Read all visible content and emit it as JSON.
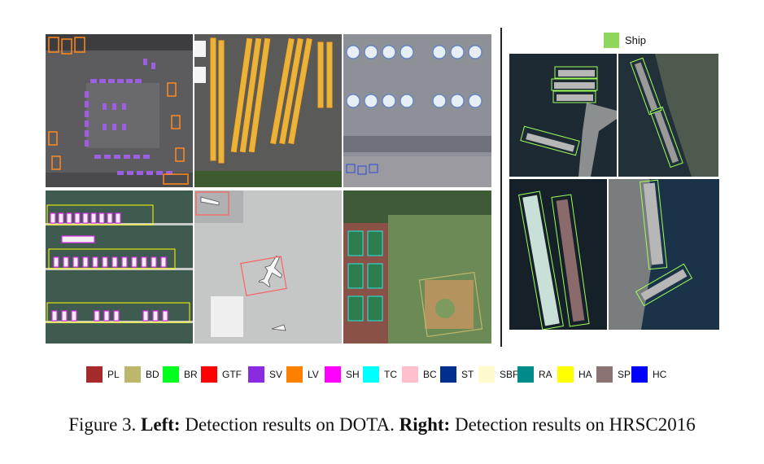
{
  "figure": {
    "dota_tiles": [
      {
        "scene": "parking-lot",
        "classes": [
          "SV",
          "LV"
        ]
      },
      {
        "scene": "bus-depot",
        "classes": [
          "LV"
        ]
      },
      {
        "scene": "storage-tanks",
        "classes": [
          "ST"
        ]
      },
      {
        "scene": "harbor-marina",
        "classes": [
          "SH",
          "HA"
        ]
      },
      {
        "scene": "airport-apron",
        "classes": [
          "PL"
        ]
      },
      {
        "scene": "sports-fields",
        "classes": [
          "TC",
          "BD",
          "GTF"
        ]
      }
    ],
    "hrsc_tiles": [
      {
        "scene": "dock-ships",
        "classes": [
          "Ship"
        ]
      },
      {
        "scene": "coast-ships",
        "classes": [
          "Ship"
        ]
      },
      {
        "scene": "tanker-ships",
        "classes": [
          "Ship"
        ]
      },
      {
        "scene": "pier-ships",
        "classes": [
          "Ship"
        ]
      }
    ]
  },
  "ship_legend": {
    "label": "Ship",
    "color": "#8ed65c"
  },
  "legend": [
    {
      "label": "PL",
      "color": "#a52a2a"
    },
    {
      "label": "BD",
      "color": "#bdb76b"
    },
    {
      "label": "BR",
      "color": "#00ff1e"
    },
    {
      "label": "GTF",
      "color": "#ff0000"
    },
    {
      "label": "SV",
      "color": "#8a2be2"
    },
    {
      "label": "LV",
      "color": "#ff8000"
    },
    {
      "label": "SH",
      "color": "#ff00ff"
    },
    {
      "label": "TC",
      "color": "#00ffff"
    },
    {
      "label": "BC",
      "color": "#ffc0cb"
    },
    {
      "label": "ST",
      "color": "#00308f"
    },
    {
      "label": "SBF",
      "color": "#fffacd"
    },
    {
      "label": "RA",
      "color": "#008b8b"
    },
    {
      "label": "HA",
      "color": "#ffff00"
    },
    {
      "label": "SP",
      "color": "#8c7373"
    },
    {
      "label": "HC",
      "color": "#0000ff"
    }
  ],
  "caption": {
    "prefix": "Figure 3. ",
    "left_label": "Left:",
    "left_text": " Detection results on DOTA. ",
    "right_label": "Right:",
    "right_text": " Detection results on HRSC2016"
  }
}
